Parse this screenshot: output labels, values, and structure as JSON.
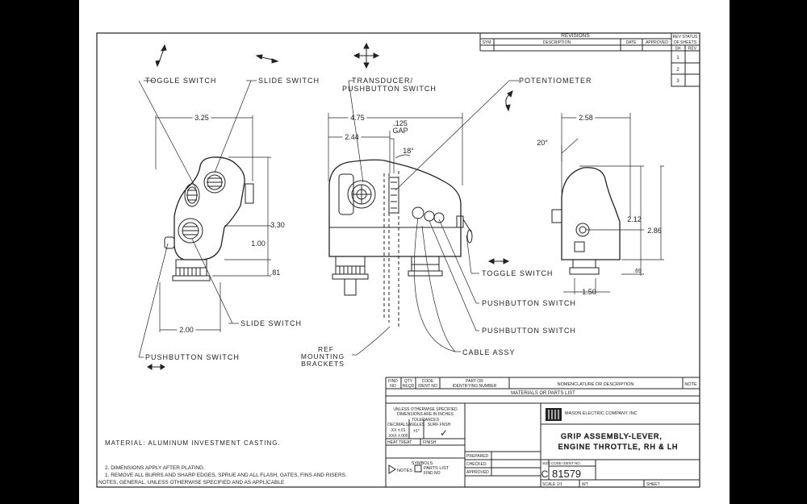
{
  "revisions": {
    "title": "REVISIONS",
    "columns": [
      "SYM",
      "DESCRIPTION",
      "DATE",
      "APPROVED"
    ]
  },
  "rev_status": {
    "title_line1": "REV STATUS",
    "title_line2": "OF SHEETS",
    "col_sh": "SH",
    "col_rev": "REV",
    "sheets": [
      "1",
      "2",
      "3"
    ]
  },
  "labels": {
    "toggle_switch_top": "TOGGLE SWITCH",
    "slide_switch_top": "SLIDE SWITCH",
    "transducer_line1": "TRANSDUCER/",
    "transducer_line2": "PUSHBUTTON SWITCH",
    "potentiometer": "POTENTIOMETER",
    "slide_switch_bottom": "SLIDE SWITCH",
    "pushbutton_switch_left": "PUSHBUTTON SWITCH",
    "ref_line1": "REF",
    "ref_line2": "MOUNTING",
    "ref_line3": "BRACKETS",
    "cable_assy": "CABLE ASSY",
    "toggle_switch_right": "TOGGLE SWITCH",
    "pushbutton_switch_1": "PUSHBUTTON SWITCH",
    "pushbutton_switch_2": "PUSHBUTTON SWITCH"
  },
  "dimensions": {
    "d325": "3.25",
    "d330": "3.30",
    "d100": "1.00",
    "d081": ".81",
    "d200": "2.00",
    "d475": "4.75",
    "d244": "2.44",
    "d125": ".125",
    "gap": "GAP",
    "a18": "18°",
    "d258": "2.58",
    "a20": "20°",
    "d212": "2.12",
    "d286": "2.86",
    "d069": ".69",
    "d150": "1.50"
  },
  "parts_list": {
    "col_find_no": [
      "FIND",
      "NO"
    ],
    "col_qty_reqd": [
      "QTY",
      "REQD"
    ],
    "col_code_ident": [
      "CODE",
      "IDENT NO"
    ],
    "col_part_no": [
      "PART OR",
      "IDENTIFYING NUMBER"
    ],
    "col_nomenclature": "NOMENCLATURE OR DESCRIPTION",
    "col_note": "NOTE",
    "title": "MATERIALS OR PARTS LIST"
  },
  "tolerances": {
    "line1": "UNLESS OTHERWISE SPECIFIED",
    "line2": "DIMENSIONS ARE IN INCHES",
    "line3": "TOLERANCES",
    "decimals": "DECIMALS",
    "angles": "ANGLES",
    "surf_fnsh": "SURF FNSH",
    "xx": ".XX ±.01",
    "xxx": ".XXX ±.005",
    "angle_val": "±1°",
    "check_mark": "✓",
    "heat_treat": "HEAT TREAT",
    "finish": "FINISH"
  },
  "symbols": {
    "title": "SYMBOLS",
    "notes": "NOTES",
    "parts_list": "PARTS LIST",
    "find_no": "FIND NO"
  },
  "approvals": [
    "PREPARED",
    "CHECKED",
    "APPROVED"
  ],
  "title_block": {
    "company": "MASON ELECTRIC COMPANY, INC",
    "title_line1": "GRIP ASSEMBLY-LEVER,",
    "title_line2": "ENGINE THROTTLE, RH & LH",
    "size_label": "SIZE",
    "size": "C",
    "code_ident_label": "CODE IDENT NO",
    "code_ident": "81579",
    "scale": "SCALE 1/1",
    "wt": "WT",
    "sheet": "SHEET"
  },
  "material_note": "MATERIAL:  ALUMINUM  INVESTMENT CASTING.",
  "notes": {
    "note2": "2.  DIMENSIONS APPLY AFTER PLATING.",
    "note1": "1.  REMOVE ALL BURRS AND SHARP EDGES, SPRUE AND ALL FLASH, GATES, FINS AND RISERS.",
    "heading": "NOTES, GENERAL, UNLESS OTHERWISE SPECIFIED AND AS APPLICABLE"
  }
}
